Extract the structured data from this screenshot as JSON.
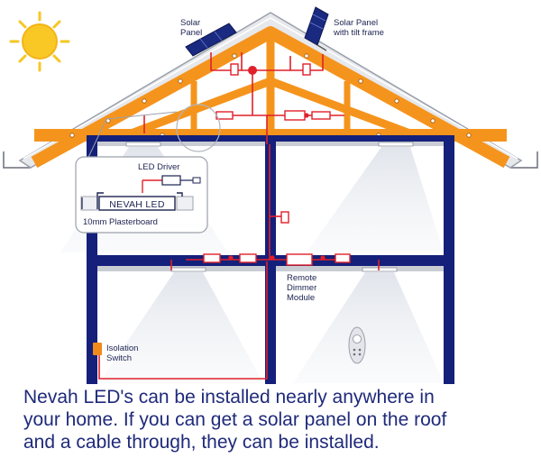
{
  "labels": {
    "solar_panel": [
      "Solar",
      "Panel"
    ],
    "solar_panel_tilt": [
      "Solar Panel",
      "with tilt frame"
    ],
    "led_driver": "LED Driver",
    "nevah_led": "NEVAH LED",
    "plasterboard": "10mm Plasterboard",
    "remote_dimmer": [
      "Remote",
      "Dimmer",
      "Module"
    ],
    "isolation_switch": [
      "Isolation",
      "Switch"
    ]
  },
  "caption": [
    "Nevah LED's can be installed nearly anywhere in",
    "your home. If you can get a solar panel on the roof",
    "and a cable through, they can be installed."
  ],
  "colors": {
    "wall": "#14207a",
    "truss": "#f5941d",
    "wire": "#e0202a",
    "sun": "#f7c623",
    "light_beam": "#e9ecf2"
  },
  "icons": {
    "sun": "sun-icon",
    "solar_panel": "solar-panel-icon",
    "remote": "remote-control-icon"
  }
}
